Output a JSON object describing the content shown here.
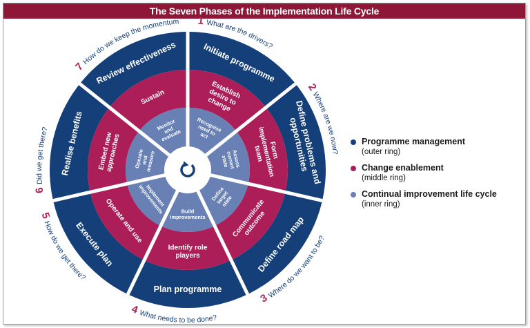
{
  "title": "The Seven Phases of the Implementation Life Cycle",
  "colors": {
    "title_bar": "#8e1737",
    "outer_ring": "#143f79",
    "middle_ring": "#ac1e58",
    "inner_ring": "#6880b3",
    "hub": "#ffffff",
    "number": "#ac1e58",
    "question": "#143f79"
  },
  "phases": [
    {
      "number": "1",
      "question": "What are the drivers?",
      "outer": "Initiate programme",
      "middle": "Establish desire to change",
      "inner": "Recognise need to act"
    },
    {
      "number": "2",
      "question": "Where are we now?",
      "outer": "Define problems and opportunities",
      "middle": "Form implementation team",
      "inner": "Assess current state"
    },
    {
      "number": "3",
      "question": "Where do we want to be?",
      "outer": "Define road map",
      "middle": "Communicate outcome",
      "inner": "Define target state"
    },
    {
      "number": "4",
      "question": "What needs to be done?",
      "outer": "Plan programme",
      "middle": "Identify role players",
      "inner": "Build improvements"
    },
    {
      "number": "5",
      "question": "How do we get there?",
      "outer": "Execute plan",
      "middle": "Operate and use",
      "inner": "Implement improvements"
    },
    {
      "number": "6",
      "question": "Did we get there?",
      "outer": "Realise benefits",
      "middle": "Embed new approaches",
      "inner": "Operate and measure"
    },
    {
      "number": "7",
      "question": "How do we keep the momentum going?",
      "outer": "Review effectiveness",
      "middle": "Sustain",
      "inner": "Monitor and evaluate"
    }
  ],
  "legend": [
    {
      "name": "Programme management",
      "sub": "(outer ring)",
      "color": "#143f79"
    },
    {
      "name": "Change enablement",
      "sub": "(middle ring)",
      "color": "#ac1e58"
    },
    {
      "name": "Continual improvement life cycle",
      "sub": "(inner ring)",
      "color": "#6880b3"
    }
  ]
}
